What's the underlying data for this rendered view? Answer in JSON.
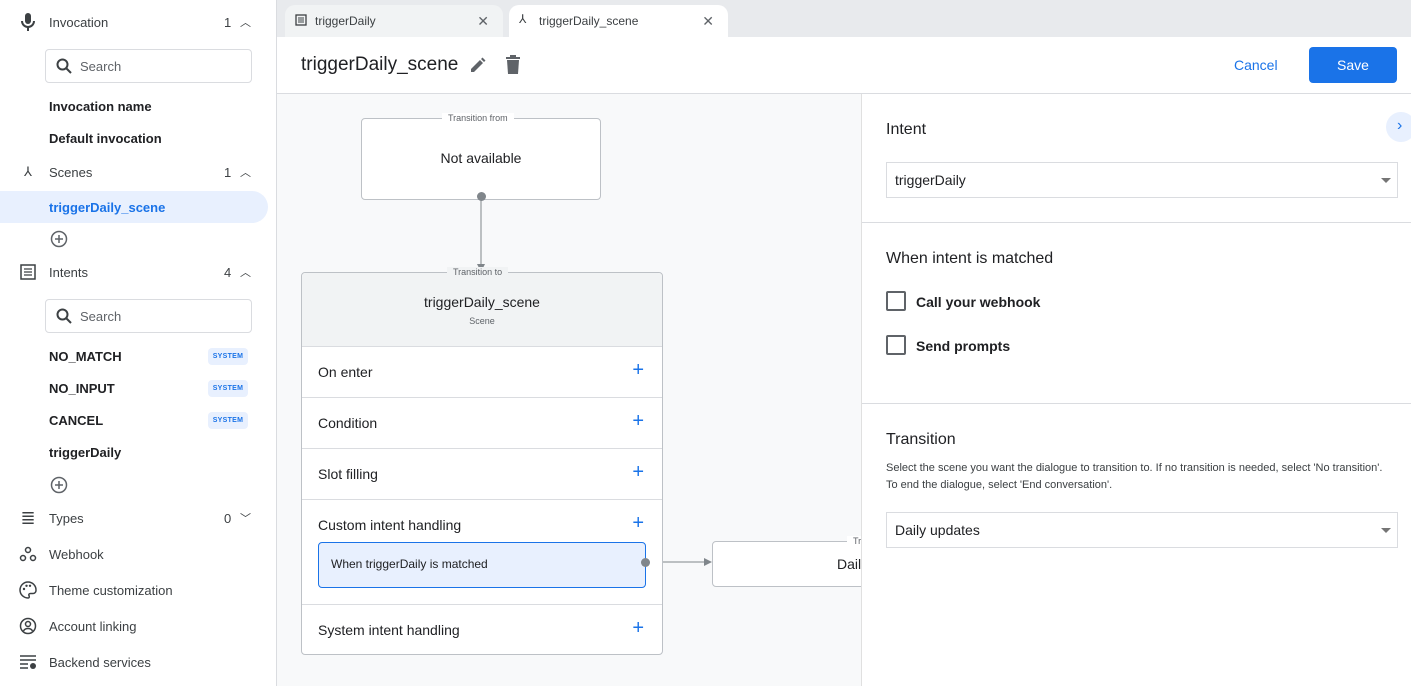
{
  "sidebar": {
    "invocation": {
      "label": "Invocation",
      "count": "1",
      "search_placeholder": "Search",
      "items": [
        "Invocation name",
        "Default invocation"
      ]
    },
    "scenes": {
      "label": "Scenes",
      "count": "1",
      "items": [
        "triggerDaily_scene"
      ]
    },
    "intents": {
      "label": "Intents",
      "count": "4",
      "search_placeholder": "Search",
      "items": [
        {
          "label": "NO_MATCH",
          "badge": "SYSTEM"
        },
        {
          "label": "NO_INPUT",
          "badge": "SYSTEM"
        },
        {
          "label": "CANCEL",
          "badge": "SYSTEM"
        },
        {
          "label": "triggerDaily"
        }
      ]
    },
    "types": {
      "label": "Types",
      "count": "0"
    },
    "webhook": "Webhook",
    "theme": "Theme customization",
    "account": "Account linking",
    "backend": "Backend services"
  },
  "tabs": [
    {
      "label": "triggerDaily",
      "icon": "intent-list-icon"
    },
    {
      "label": "triggerDaily_scene",
      "icon": "scene-merge-icon",
      "active": true
    }
  ],
  "header": {
    "title": "triggerDaily_scene",
    "cancel": "Cancel",
    "save": "Save"
  },
  "canvas": {
    "from": {
      "legend": "Transition from",
      "value": "Not available"
    },
    "scene": {
      "legend": "Transition to",
      "title": "triggerDaily_scene",
      "subtitle": "Scene",
      "rows": [
        "On enter",
        "Condition",
        "Slot filling",
        "Custom intent handling",
        "System intent handling"
      ],
      "handler": "When triggerDaily is matched"
    },
    "target": {
      "legend": "Tr",
      "value": "Dail"
    }
  },
  "panel": {
    "intent_heading": "Intent",
    "intent_value": "triggerDaily",
    "matched_heading": "When intent is matched",
    "call_webhook": "Call your webhook",
    "call_webhook_checked": false,
    "send_prompts": "Send prompts",
    "send_prompts_checked": false,
    "transition_heading": "Transition",
    "transition_desc": "Select the scene you want the dialogue to transition to. If no transition is needed, select 'No transition'. To end the dialogue, select 'End conversation'.",
    "transition_value": "Daily updates"
  },
  "colors": {
    "accent": "#1a73e8",
    "selected_bg": "#e8f0fe",
    "canvas_bg": "#f8f9fa"
  }
}
